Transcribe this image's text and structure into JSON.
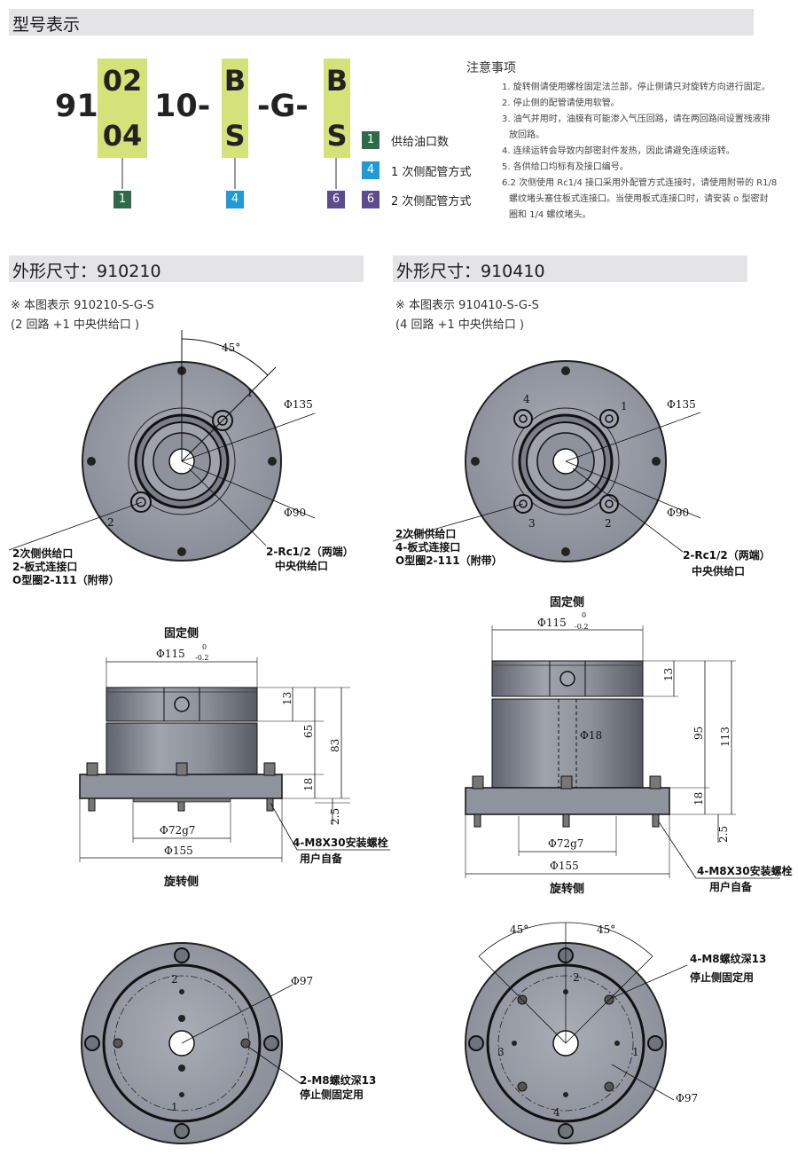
{
  "header": {
    "title": "型号表示"
  },
  "model_code": {
    "prefix": "91",
    "box1": [
      "02",
      "04"
    ],
    "mid": "10-",
    "box2": [
      "B",
      "S"
    ],
    "sep": "-G-",
    "box3": [
      "B",
      "S"
    ],
    "tags": [
      "1",
      "4",
      "6"
    ]
  },
  "legend": [
    {
      "num": "1",
      "text": "供给油口数",
      "color": "#2f6b4a"
    },
    {
      "num": "4",
      "text": "1 次侧配管方式",
      "color": "#1f9ad6"
    },
    {
      "num": "6",
      "text": "2 次侧配管方式",
      "color": "#5d4b8e"
    }
  ],
  "notes": {
    "title": "注意事项",
    "items": [
      "1. 旋转侧请使用螺栓固定法兰部，停止侧请只对旋转方向进行固定。",
      "2. 停止侧的配管请使用软管。",
      "3. 油气并用时，油膜有可能渗入气压回路，请在两回路间设置残液排",
      "放回路。",
      "4. 连续运转会导致内部密封件发热，因此请避免连续运转。",
      "5. 各供给口均标有及接口编号。",
      "6.2 次侧使用 Rc1/4 接口采用外配管方式连接时，请使用附带的 R1/8",
      "螺纹堵头塞住板式连接口。当使用板式连接口时，请安装 o 型密封",
      "圈和 1/4 螺纹堵头。"
    ]
  },
  "left": {
    "title": "外形尺寸：910210",
    "subtitle1": "※ 本图表示 910210-S-G-S",
    "subtitle2": "(2 回路 +1 中央供给口 )",
    "angle": "45°",
    "d135": "Φ135",
    "d90": "Φ90",
    "port_a1": "2次侧供给口",
    "port_a2": "2-板式连接口",
    "port_a3": "O型圈2-111（附带）",
    "rc1": "2-Rc1/2（两端）",
    "rc2": "中央供给口",
    "fixed": "固定侧",
    "d115": "Φ115",
    "tol_hi": "0",
    "tol_lo": "-0.2",
    "h13": "13",
    "h65": "65",
    "h83": "83",
    "h18": "18",
    "h25": "2.5",
    "d72": "Φ72g7",
    "d155": "Φ155",
    "bolt1": "4-M8X30安装螺栓",
    "bolt2": "用户自备",
    "rot": "旋转侧",
    "d97": "Φ97",
    "m8a": "2-M8螺纹深13",
    "m8b": "停止侧固定用",
    "n1": "1",
    "n2": "2"
  },
  "right": {
    "title": "外形尺寸：910410",
    "subtitle1": "※ 本图表示 910410-S-G-S",
    "subtitle2": "(4 回路 +1 中央供给口 )",
    "d135": "Φ135",
    "d90": "Φ90",
    "port_a1": "2次侧供给口",
    "port_a2": "4-板式连接口",
    "port_a3": "O型圈2-111（附带）",
    "rc1": "2-Rc1/2（两端）",
    "rc2": "中央供给口",
    "fixed": "固定侧",
    "d115": "Φ115",
    "tol_hi": "0",
    "tol_lo": "-0.2",
    "h13": "13",
    "h95": "95",
    "h113": "113",
    "d18": "Φ18",
    "h18": "18",
    "h25": "2.5",
    "d72": "Φ72g7",
    "d155": "Φ155",
    "bolt1": "4-M8X30安装螺栓",
    "bolt2": "用户自备",
    "rot": "旋转侧",
    "angle": "45°",
    "m8a": "4-M8螺纹深13",
    "m8b": "停止侧固定用",
    "d97": "Φ97",
    "n1": "1",
    "n2": "2",
    "n3": "3",
    "n4": "4"
  }
}
